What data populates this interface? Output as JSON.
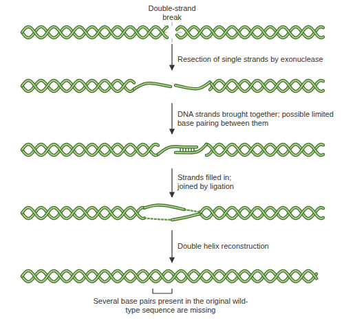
{
  "diagram": {
    "labels": [
      "Double-strand break",
      "Resection of single strands by exonuclease",
      "DNA strands brought together; possible limited base pairing between them",
      "Strands filled in; joined by ligation",
      "Double helix reconstruction",
      "Several base pairs present in the original wild-type sequence are missing"
    ]
  }
}
